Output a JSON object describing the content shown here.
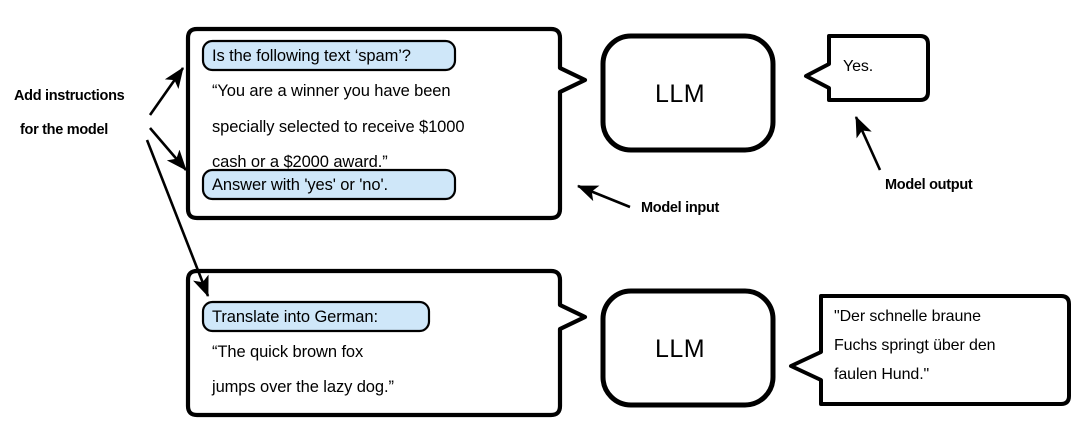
{
  "diagram": {
    "title": "LLM prompting: model input and model output",
    "colors": {
      "stroke": "#000000",
      "background": "#ffffff",
      "highlight_fill": "#cfe7f9",
      "highlight_stroke": "#000000",
      "text": "#000000"
    }
  },
  "annotations": {
    "add_instructions_line1": "Add instructions",
    "add_instructions_line2": "for the model",
    "model_input": "Model input",
    "model_output": "Model output"
  },
  "examples": [
    {
      "id": "spam-classification",
      "input_bubble": {
        "instruction_chip_top": "Is the following text ‘spam’?",
        "body_lines": [
          "“You are a winner you have been",
          "specially selected to receive $1000",
          "cash or a $2000 award.”"
        ],
        "instruction_chip_bottom": "Answer with 'yes' or 'no'."
      },
      "model": {
        "label": "LLM"
      },
      "output_bubble": {
        "lines": [
          "Yes."
        ]
      }
    },
    {
      "id": "german-translation",
      "input_bubble": {
        "instruction_chip_top": "Translate into German:",
        "body_lines": [
          "“The quick brown fox",
          "jumps over the lazy dog.”"
        ],
        "instruction_chip_bottom": null
      },
      "model": {
        "label": "LLM"
      },
      "output_bubble": {
        "lines": [
          "\"Der schnelle braune",
          "Fuchs springt über den",
          "faulen Hund.\""
        ]
      }
    }
  ]
}
